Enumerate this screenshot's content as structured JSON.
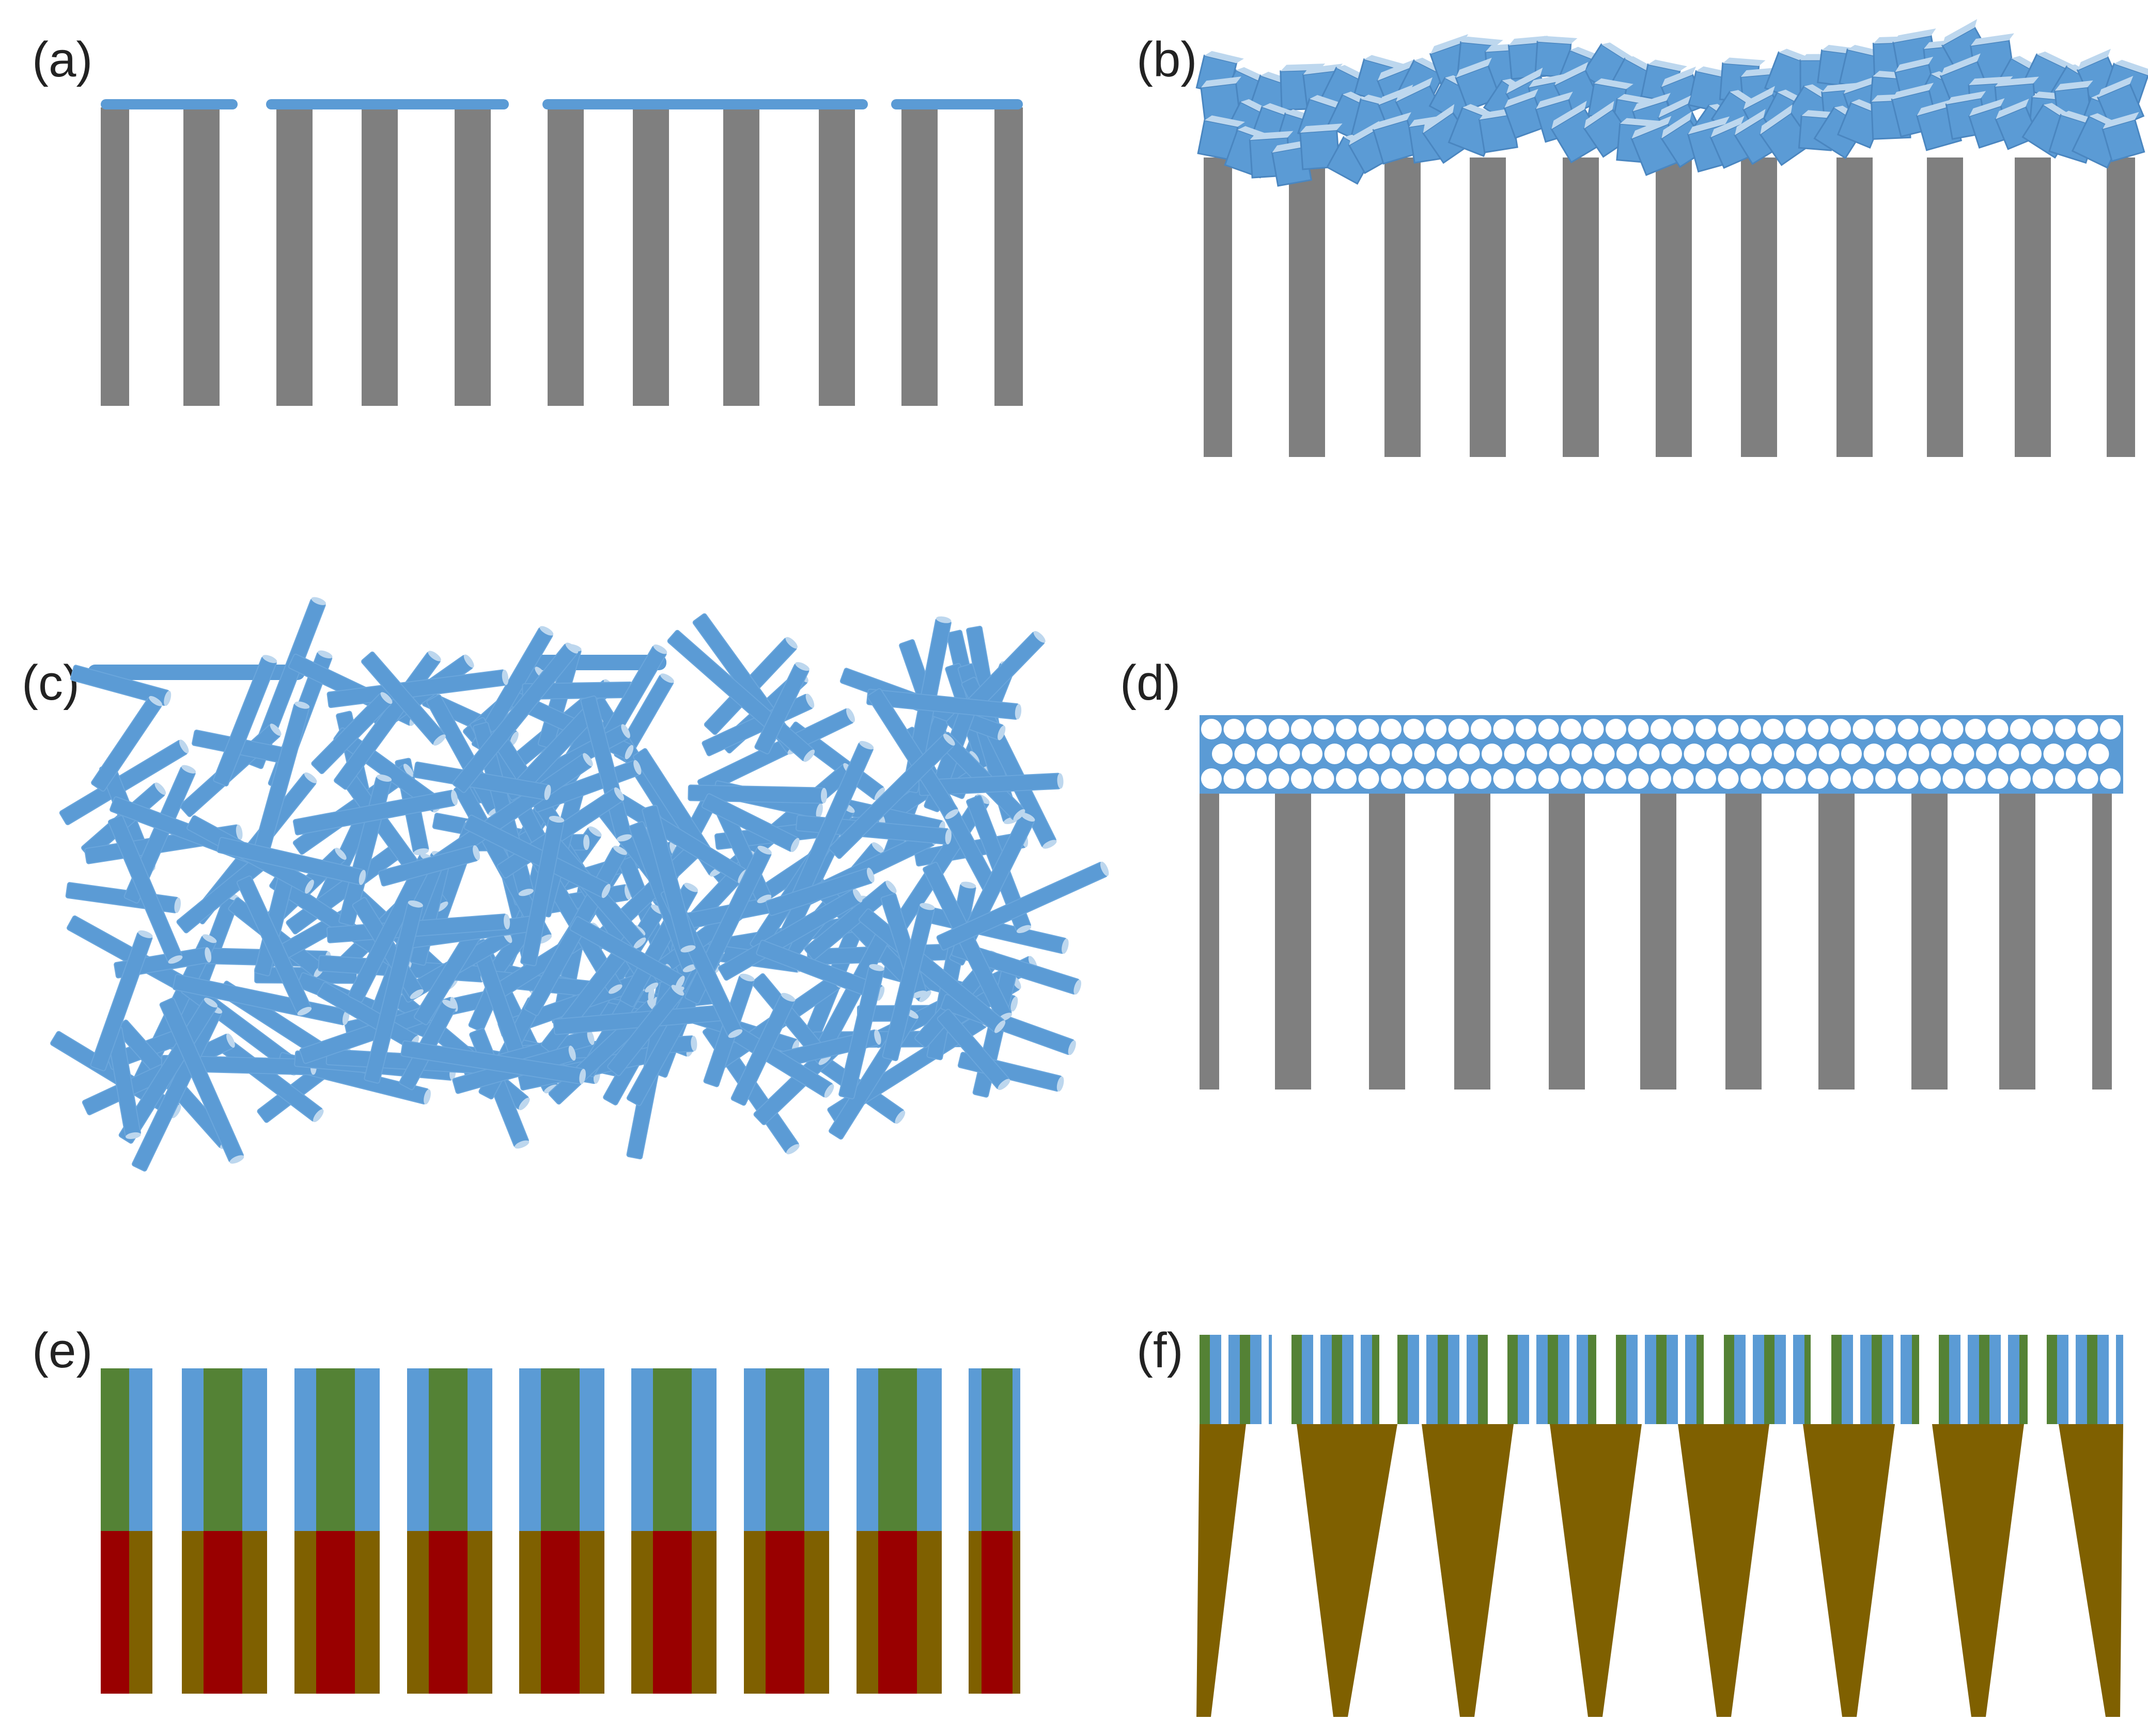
{
  "colors": {
    "pore_wall": "#7f7f7f",
    "blue": "#5b9bd5",
    "blue_dark": "#4a86c0",
    "blue_light": "#bdd7ee",
    "green": "#548235",
    "red": "#990000",
    "brown": "#7f6000"
  },
  "panels": [
    {
      "id": "a",
      "label": "(a)",
      "layer": "thin-blue-film-on-pores"
    },
    {
      "id": "b",
      "label": "(b)",
      "layer": "blue-cube-particles-on-pores"
    },
    {
      "id": "c",
      "label": "(c)",
      "layer": "blue-rod-network"
    },
    {
      "id": "d",
      "label": "(d)",
      "layer": "blue-layer-with-circular-pores"
    },
    {
      "id": "e",
      "label": "(e)",
      "layer": "multi-colored-segmented-nanotubes"
    },
    {
      "id": "f",
      "label": "(f)",
      "layer": "striped-layer-on-conical-pores"
    }
  ]
}
